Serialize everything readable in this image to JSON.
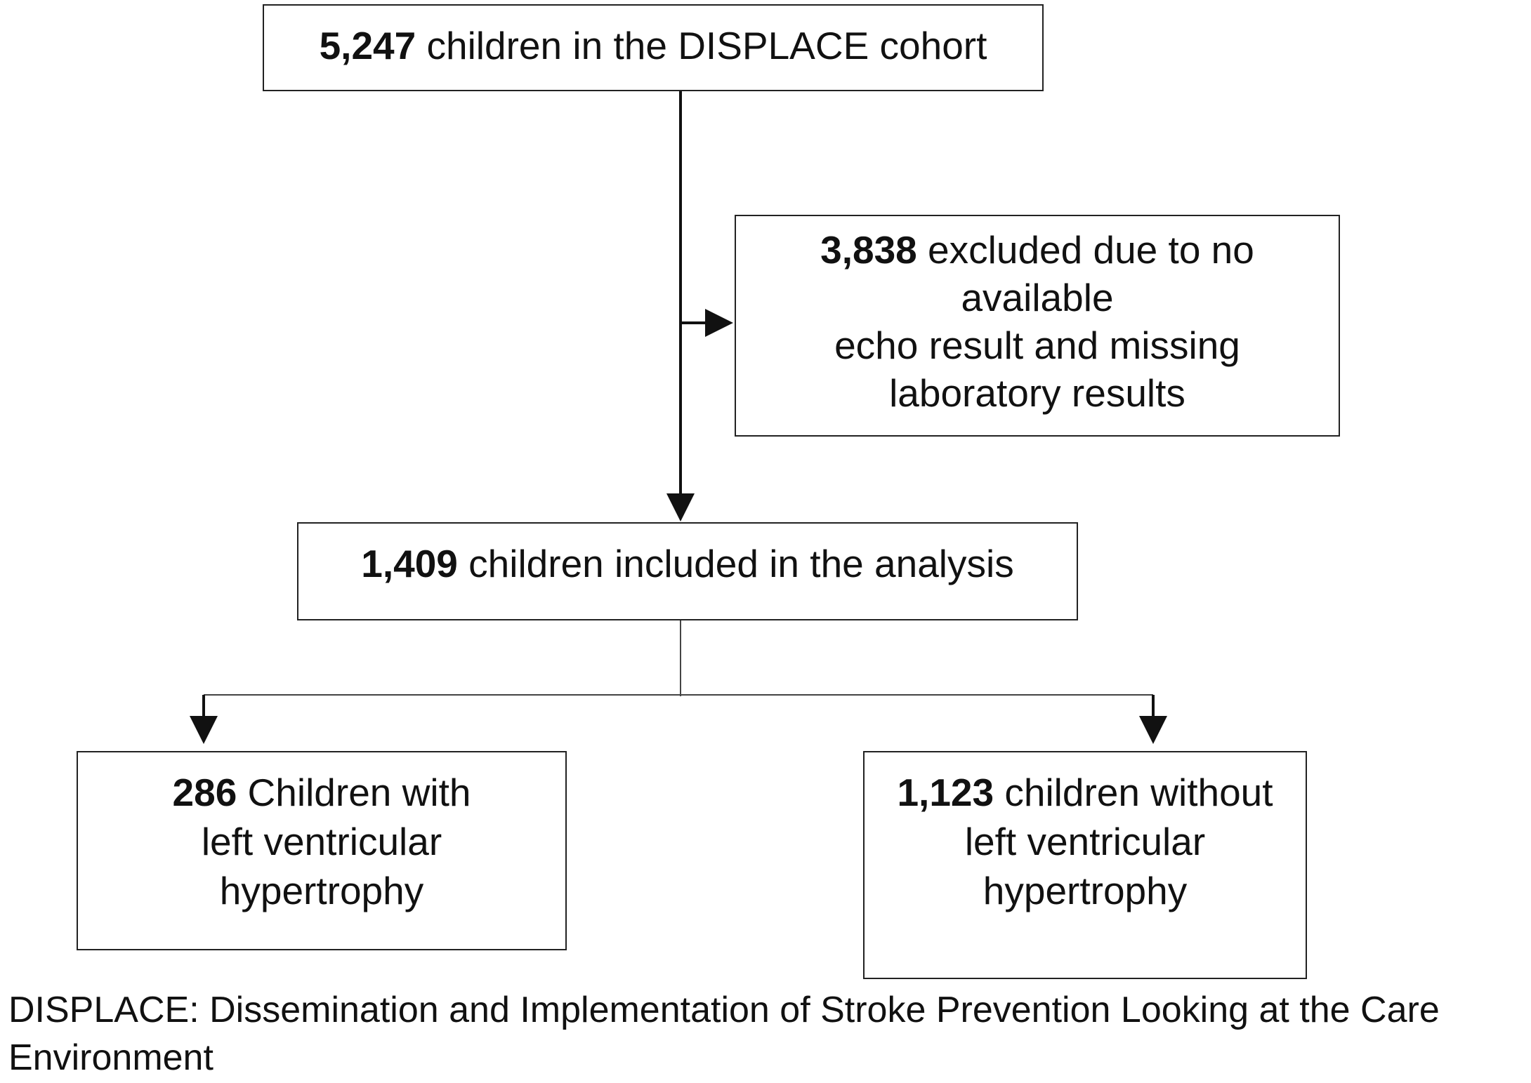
{
  "flowchart": {
    "cohort": {
      "count": "5,247",
      "text": " children in the DISPLACE cohort"
    },
    "excluded": {
      "count": "3,838",
      "line1": " excluded due to no",
      "line2": "available",
      "line3": "echo result and missing",
      "line4": "laboratory results"
    },
    "included": {
      "count": "1,409",
      "text": " children included in the analysis"
    },
    "with_lvh": {
      "count": "286",
      "line1": " Children with",
      "line2": "left ventricular",
      "line3": "hypertrophy"
    },
    "without_lvh": {
      "count": "1,123",
      "line1": " children without",
      "line2": "left ventricular",
      "line3": "hypertrophy"
    }
  },
  "footnote": "DISPLACE: Dissemination and Implementation of Stroke Prevention Looking at the Care Environment",
  "colors": {
    "line": "#111111",
    "border": "#222222",
    "background": "#ffffff"
  }
}
